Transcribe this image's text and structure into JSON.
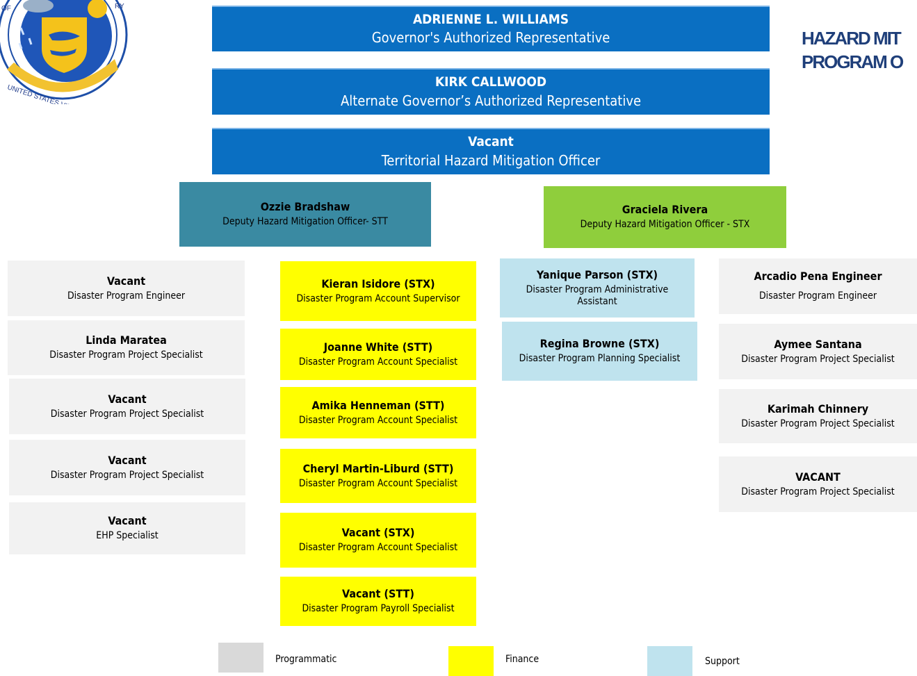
{
  "logo": {
    "arc_text_left": "OF",
    "arc_text_right": "RY",
    "ribbon_text": "UNITED STATES VIRGIN ISLANDS"
  },
  "title_lines": [
    "HAZARD MIT",
    "PROGRAM O"
  ],
  "executives": [
    {
      "name": "ADRIENNE L. WILLIAMS",
      "title": "Governor's Authorized Representative"
    },
    {
      "name": "KIRK CALLWOOD",
      "title": "Alternate Governor’s Authorized Representative"
    },
    {
      "name": "Vacant",
      "title": "Territorial Hazard Mitigation Officer"
    }
  ],
  "deputies": [
    {
      "name": "Ozzie Bradshaw",
      "title": "Deputy Hazard Mitigation Officer- STT",
      "color": "#3a8aa2"
    },
    {
      "name": "Graciela Rivera",
      "title": "Deputy Hazard Mitigation Officer - STX",
      "color": "#8fce3c"
    }
  ],
  "programmatic_left": [
    {
      "name": "Vacant",
      "title": "Disaster Program Engineer"
    },
    {
      "name": "Linda Maratea",
      "title": "Disaster Program Project Specialist"
    },
    {
      "name": "Vacant",
      "title": "Disaster Program Project Specialist"
    },
    {
      "name": "Vacant",
      "title": "Disaster Program Project Specialist"
    },
    {
      "name": "Vacant",
      "title": "EHP Specialist"
    }
  ],
  "finance": [
    {
      "name": "Kieran Isidore (STX)",
      "title": "Disaster Program Account Supervisor"
    },
    {
      "name": "Joanne White (STT)",
      "title": "Disaster Program Account Specialist"
    },
    {
      "name": "Amika Henneman (STT)",
      "title": "Disaster Program Account Specialist"
    },
    {
      "name": "Cheryl Martin-Liburd (STT)",
      "title": "Disaster Program Account Specialist"
    },
    {
      "name": "Vacant (STX)",
      "title": "Disaster Program Account Specialist"
    },
    {
      "name": "Vacant (STT)",
      "title": "Disaster Program Payroll Specialist"
    }
  ],
  "support": [
    {
      "name": "Yanique Parson (STX)",
      "title": "Disaster Program Administrative Assistant"
    },
    {
      "name": "Regina Browne (STX)",
      "title": "Disaster Program Planning Specialist"
    }
  ],
  "programmatic_right": [
    {
      "name": "Arcadio Pena Engineer",
      "title": "Disaster Program Engineer"
    },
    {
      "name": "Aymee Santana",
      "title": "Disaster Program Project Specialist"
    },
    {
      "name": "Karimah Chinnery",
      "title": "Disaster Program Project Specialist"
    },
    {
      "name": "VACANT",
      "title": "Disaster Program Project Specialist"
    }
  ],
  "legend": [
    {
      "label": "Programmatic",
      "color": "#d9d9d9"
    },
    {
      "label": "Finance",
      "color": "#ffff00"
    },
    {
      "label": "Support",
      "color": "#bfe3ee"
    }
  ]
}
